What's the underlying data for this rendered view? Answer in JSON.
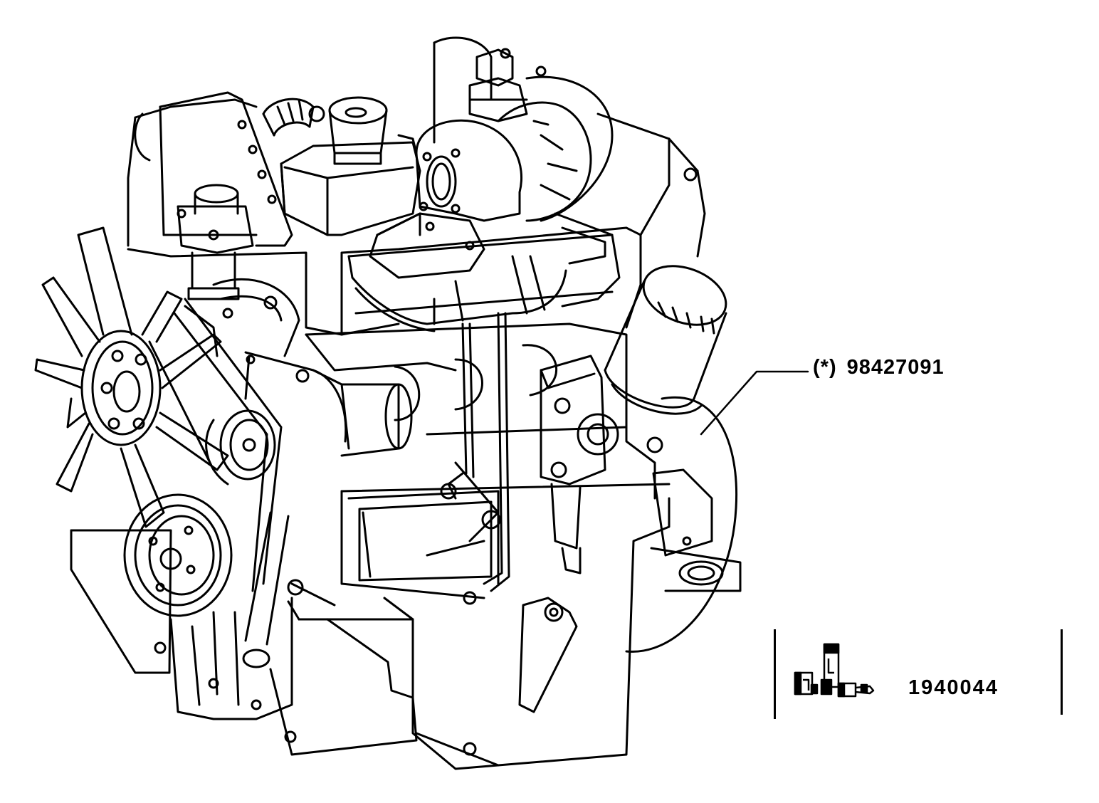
{
  "diagram": {
    "callouts": [
      {
        "id": "ref-part",
        "mark": "(*)",
        "number": "98427091"
      }
    ],
    "kit": {
      "number": "1940044",
      "icon": "connector-kit-icon"
    }
  },
  "colors": {
    "ink": "#000000",
    "paper": "#ffffff"
  }
}
